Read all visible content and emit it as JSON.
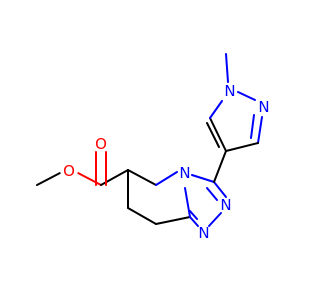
{
  "structure": {
    "colors": {
      "carbon_bond": "#000000",
      "oxygen": "#ff0000",
      "nitrogen": "#0000ff",
      "background": "#ffffff"
    },
    "atom_labels": {
      "ester_ether_oxygen": "O",
      "carbonyl_oxygen": "O",
      "pyrazole_n1": "N",
      "pyrazole_n2": "N",
      "triazole_n_bridge": "N",
      "triazole_n2": "N",
      "triazole_n1": "N"
    }
  }
}
